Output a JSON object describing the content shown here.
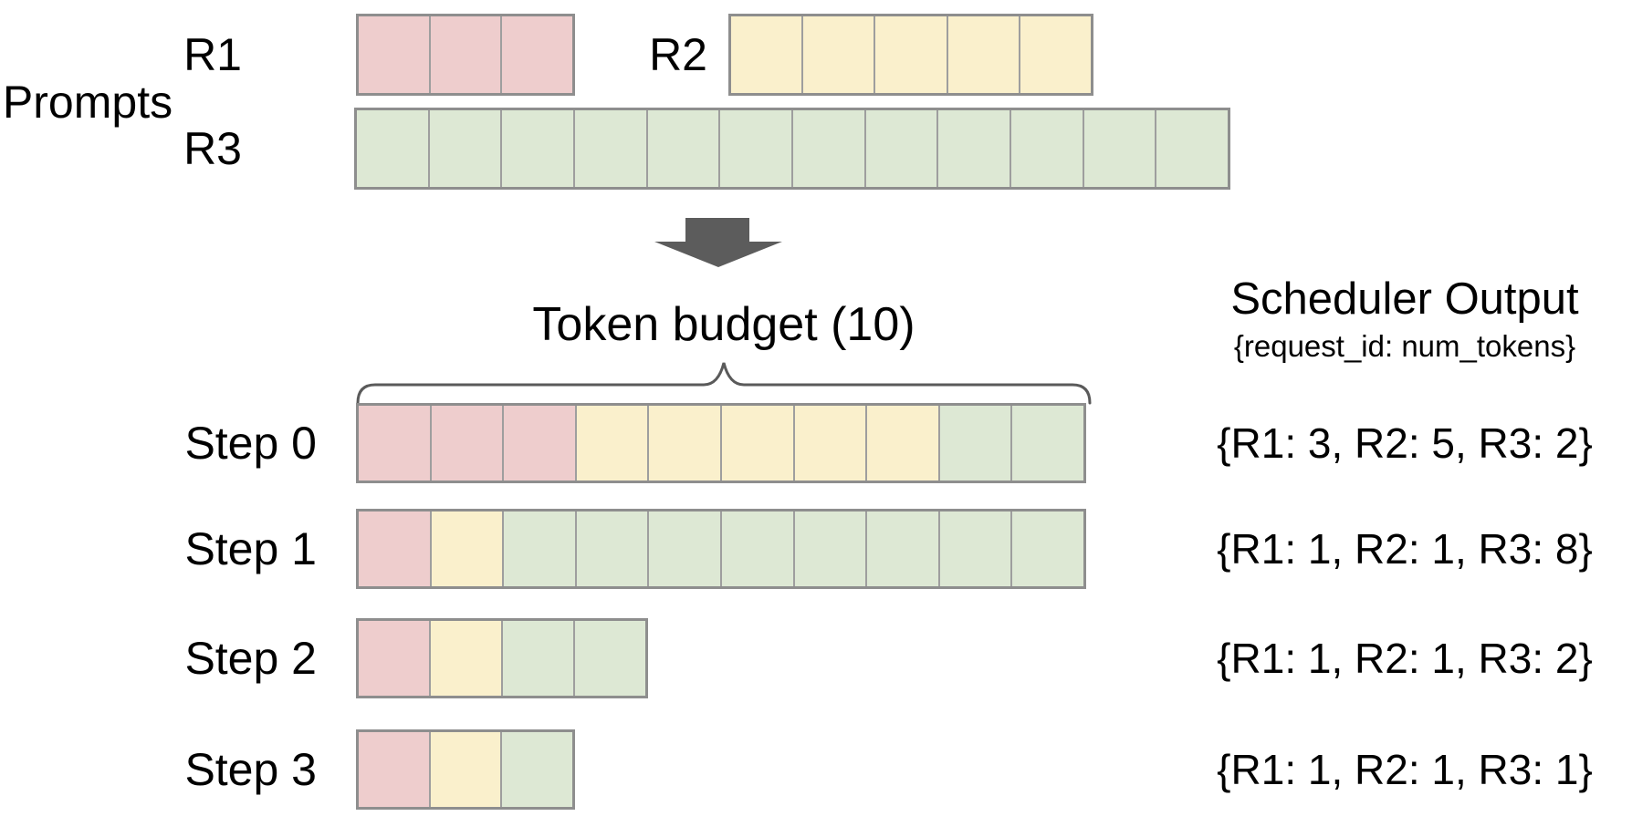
{
  "colors": {
    "R1": "#eecdcd",
    "R2": "#faf0cc",
    "R3": "#dde8d4",
    "cell_border": "#9e9e9e",
    "row_border": "#8e8e8e",
    "arrow": "#5c5c5c",
    "brace": "#5a5a5a"
  },
  "prompts": {
    "section_label": "Prompts",
    "requests": [
      {
        "id": "R1",
        "label": "R1",
        "num_tokens": 3
      },
      {
        "id": "R2",
        "label": "R2",
        "num_tokens": 5
      },
      {
        "id": "R3",
        "label": "R3",
        "num_tokens": 12
      }
    ]
  },
  "token_budget": {
    "label": "Token budget (10)",
    "value": 10
  },
  "scheduler_output": {
    "title": "Scheduler Output",
    "format": "{request_id: num_tokens}"
  },
  "steps": [
    {
      "label": "Step 0",
      "allocations": [
        {
          "request": "R1",
          "tokens": 3
        },
        {
          "request": "R2",
          "tokens": 5
        },
        {
          "request": "R3",
          "tokens": 2
        }
      ],
      "output_text": "{R1: 3, R2: 5, R3: 2}"
    },
    {
      "label": "Step 1",
      "allocations": [
        {
          "request": "R1",
          "tokens": 1
        },
        {
          "request": "R2",
          "tokens": 1
        },
        {
          "request": "R3",
          "tokens": 8
        }
      ],
      "output_text": "{R1: 1, R2: 1, R3: 8}"
    },
    {
      "label": "Step 2",
      "allocations": [
        {
          "request": "R1",
          "tokens": 1
        },
        {
          "request": "R2",
          "tokens": 1
        },
        {
          "request": "R3",
          "tokens": 2
        }
      ],
      "output_text": "{R1: 1, R2: 1, R3: 2}"
    },
    {
      "label": "Step 3",
      "allocations": [
        {
          "request": "R1",
          "tokens": 1
        },
        {
          "request": "R2",
          "tokens": 1
        },
        {
          "request": "R3",
          "tokens": 1
        }
      ],
      "output_text": "{R1: 1, R2: 1, R3: 1}"
    }
  ]
}
